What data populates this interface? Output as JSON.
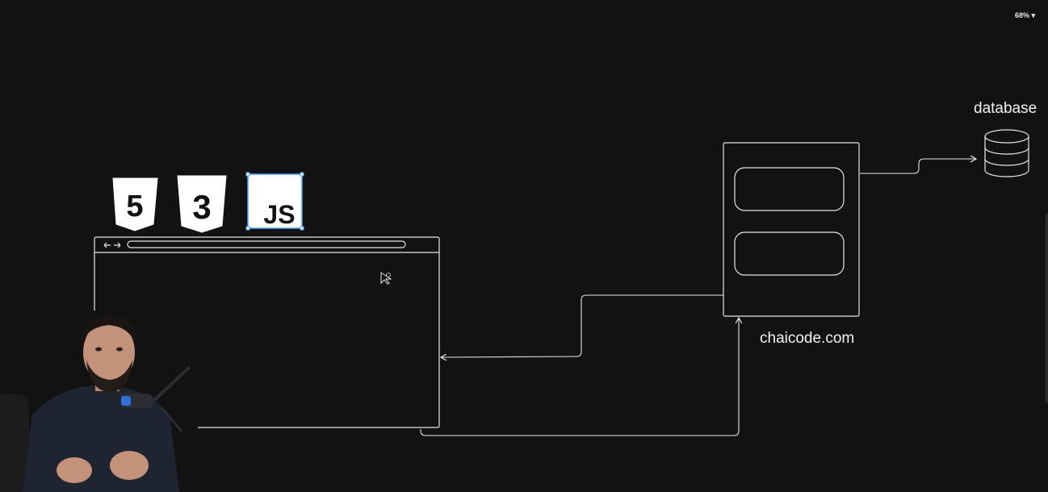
{
  "toolbar": {
    "zoom_level": "68%",
    "zoom_menu_icon": "chevron-down-icon"
  },
  "diagram": {
    "database_label": "database",
    "server_label": "chaicode.com",
    "tech_icons": [
      {
        "name": "html5-icon",
        "glyph": "5"
      },
      {
        "name": "css3-icon",
        "glyph": "3"
      },
      {
        "name": "javascript-icon",
        "glyph": "JS"
      }
    ],
    "browser_nav_glyph": "← →"
  },
  "colors": {
    "canvas_background": "#121212",
    "stroke": "#e6e6e6",
    "selection": "#4aa3ff",
    "js_background": "#ffffff",
    "js_text": "#111111",
    "shield_fill": "#ffffff"
  }
}
